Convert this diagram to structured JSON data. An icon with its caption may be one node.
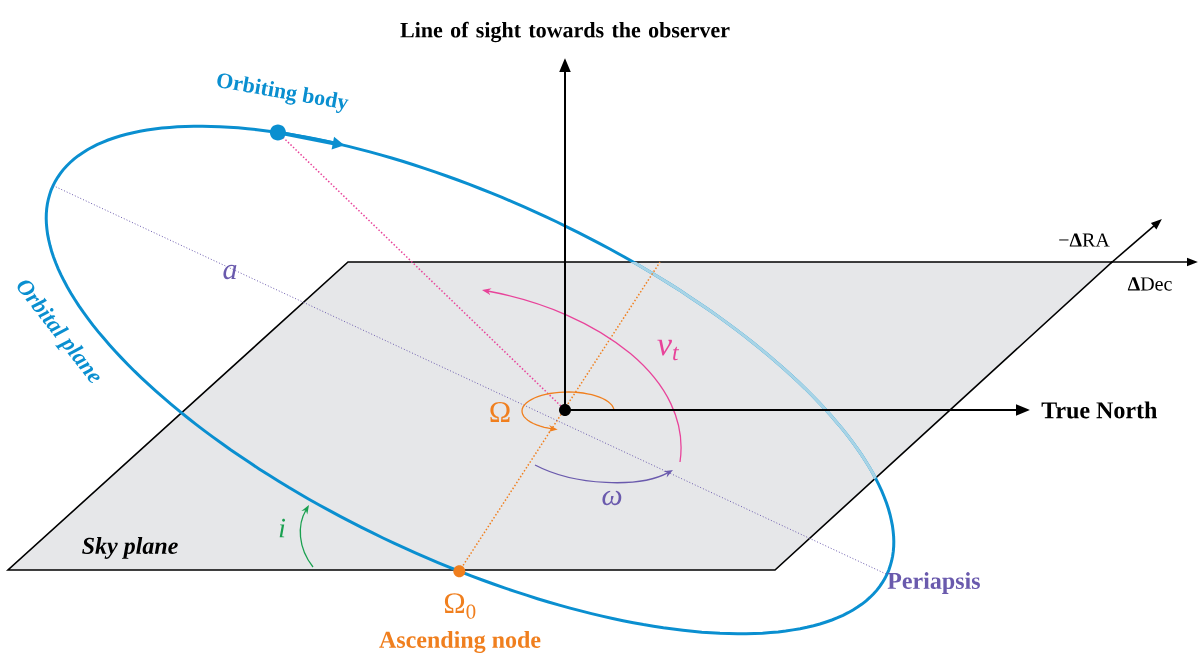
{
  "diagram": {
    "nodes": [
      {
        "text": [
          "Sky plane"
        ]
      },
      {
        "text": [
          "Orbital plane"
        ]
      }
    ],
    "labels": [
      "Line of sight towards the observer",
      "Orbiting body",
      "a",
      "−**Δ**RA",
      "**Δ**Dec",
      "ν$_{t}$",
      "Ω",
      "True North",
      "ω",
      "i",
      "Periapsis",
      "Ω$_{0}$",
      "Ascending node"
    ]
  }
}
